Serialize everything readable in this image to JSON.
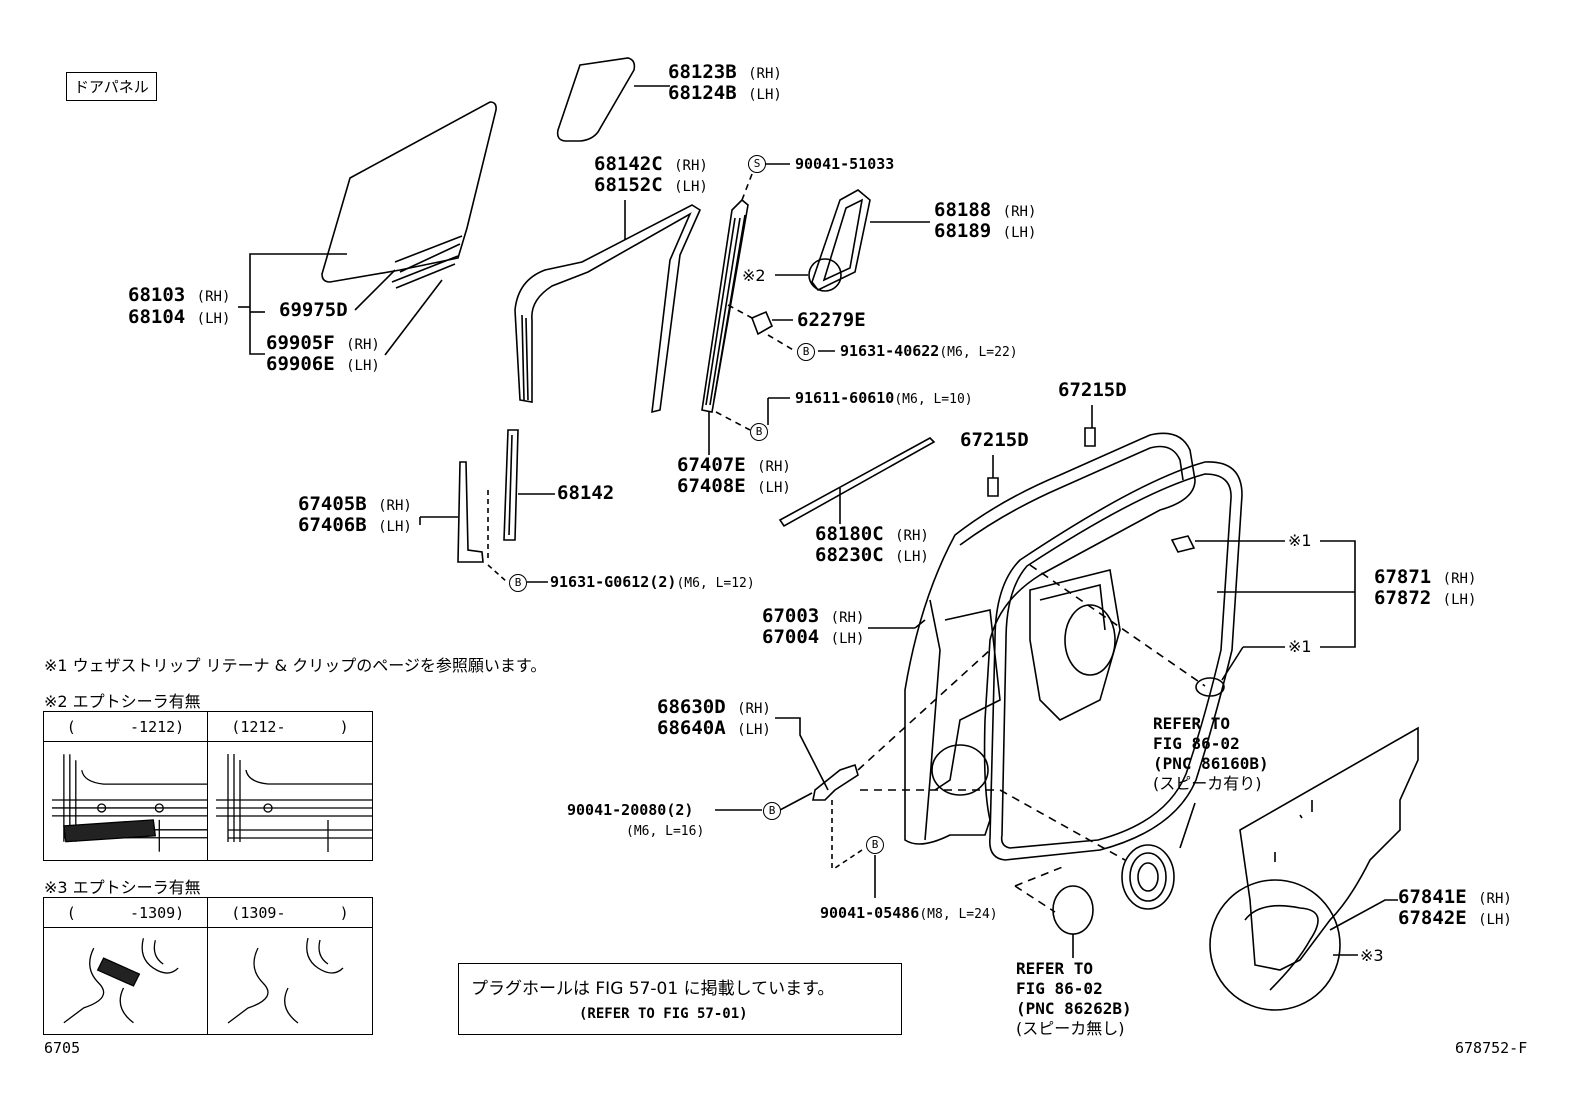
{
  "header_box": "ドアパネル",
  "parts": {
    "p68123": {
      "code": "68123B",
      "sfx": "(RH)"
    },
    "p68124": {
      "code": "68124B",
      "sfx": "(LH)"
    },
    "p68142C": {
      "code": "68142C",
      "sfx": "(RH)"
    },
    "p68152C": {
      "code": "68152C",
      "sfx": "(LH)"
    },
    "p68188": {
      "code": "68188",
      "sfx": "(RH)"
    },
    "p68189": {
      "code": "68189",
      "sfx": "(LH)"
    },
    "p68103": {
      "code": "68103",
      "sfx": "(RH)"
    },
    "p68104": {
      "code": "68104",
      "sfx": "(LH)"
    },
    "p69975D": {
      "code": "69975D",
      "sfx": ""
    },
    "p69905F": {
      "code": "69905F",
      "sfx": "(RH)"
    },
    "p69906E": {
      "code": "69906E",
      "sfx": "(LH)"
    },
    "p62279E": {
      "code": "62279E",
      "sfx": ""
    },
    "p67215D_a": {
      "code": "67215D",
      "sfx": ""
    },
    "p67215D_b": {
      "code": "67215D",
      "sfx": ""
    },
    "p67407E": {
      "code": "67407E",
      "sfx": "(RH)"
    },
    "p67408E": {
      "code": "67408E",
      "sfx": "(LH)"
    },
    "p67405B": {
      "code": "67405B",
      "sfx": "(RH)"
    },
    "p67406B": {
      "code": "67406B",
      "sfx": "(LH)"
    },
    "p68142": {
      "code": "68142",
      "sfx": ""
    },
    "p68180C": {
      "code": "68180C",
      "sfx": "(RH)"
    },
    "p68230C": {
      "code": "68230C",
      "sfx": "(LH)"
    },
    "p67003": {
      "code": "67003",
      "sfx": "(RH)"
    },
    "p67004": {
      "code": "67004",
      "sfx": "(LH)"
    },
    "p67871": {
      "code": "67871",
      "sfx": "(RH)"
    },
    "p67872": {
      "code": "67872",
      "sfx": "(LH)"
    },
    "p68630D": {
      "code": "68630D",
      "sfx": "(RH)"
    },
    "p68640A": {
      "code": "68640A",
      "sfx": "(LH)"
    },
    "p67841E": {
      "code": "67841E",
      "sfx": "(RH)"
    },
    "p67842E": {
      "code": "67842E",
      "sfx": "(LH)"
    }
  },
  "fasteners": {
    "f90041_51033": {
      "mark": "S",
      "code": "90041-51033",
      "spec": ""
    },
    "f91631_40622": {
      "mark": "B",
      "code": "91631-40622",
      "spec": "(M6, L=22)"
    },
    "f91611_60610": {
      "mark": "B",
      "code": "91611-60610",
      "spec": "(M6, L=10)"
    },
    "f91631_G0612": {
      "mark": "B",
      "code": "91631-G0612(2)",
      "spec": "(M6, L=12)"
    },
    "f90041_20080": {
      "mark": "B",
      "code": "90041-20080(2)",
      "spec": "(M6, L=16)"
    },
    "f90041_05486": {
      "mark": "B",
      "code": "90041-05486",
      "spec": "(M8, L=24)"
    }
  },
  "marks": {
    "m2": "※2",
    "m1a": "※1",
    "m1b": "※1",
    "m3": "※3"
  },
  "refer_a": {
    "l1": "REFER TO",
    "l2": "FIG 86-02",
    "l3": "(PNC 86160B)",
    "l4": "(スピーカ有り)"
  },
  "refer_b": {
    "l1": "REFER TO",
    "l2": "FIG 86-02",
    "l3": "(PNC 86262B)",
    "l4": "(スピーカ無し)"
  },
  "notes": {
    "n1": "※1 ウェザストリップ リテーナ & クリップのページを参照願います。",
    "n2": "※2 エプトシーラ有無",
    "n3": "※3 エプトシーラ有無"
  },
  "table2": {
    "c1": "(      -1212)",
    "c2": "(1212-      )"
  },
  "table3": {
    "c1": "(      -1309)",
    "c2": "(1309-      )"
  },
  "plug": {
    "l1": "プラグホールは FIG 57-01 に掲載しています。",
    "l2": "(REFER TO FIG 57-01)"
  },
  "footer": {
    "left": "6705",
    "right": "678752-F"
  }
}
